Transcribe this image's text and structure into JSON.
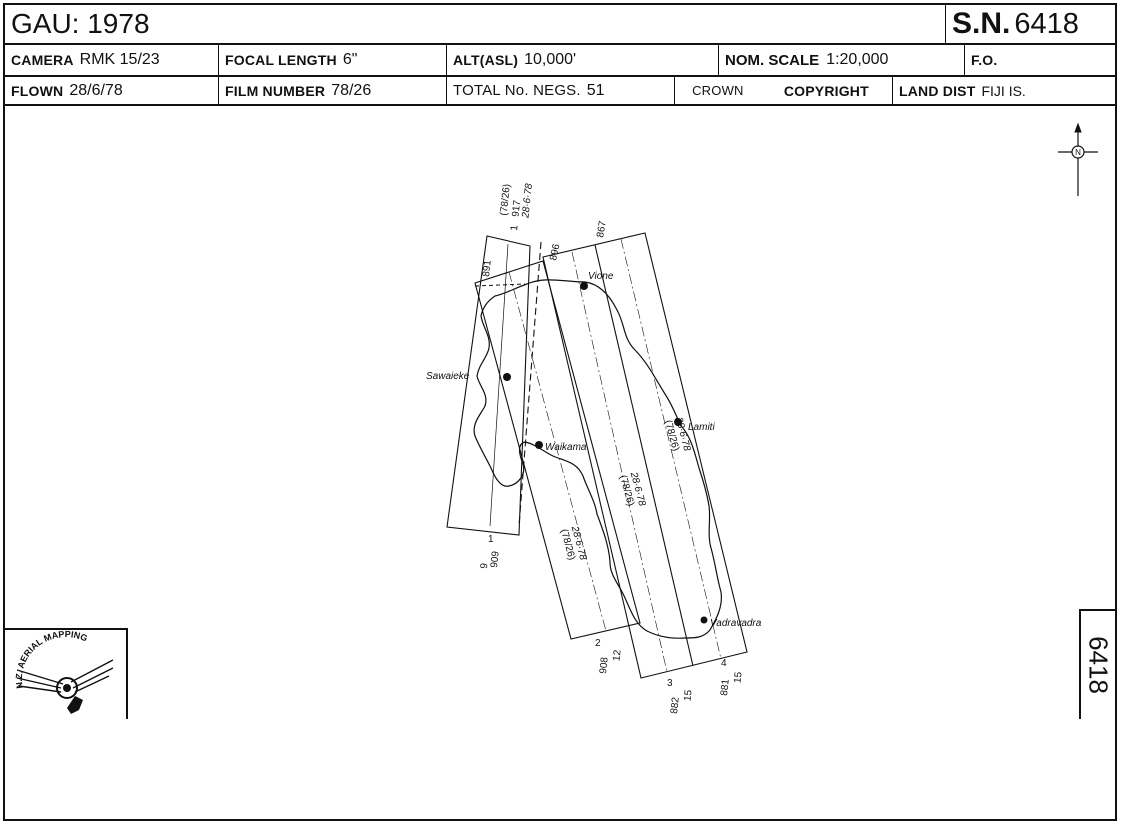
{
  "header": {
    "title": "GAU: 1978",
    "sn_label": "S.N.",
    "sn_value": "6418",
    "camera_label": "CAMERA",
    "camera_value": "RMK 15/23",
    "focal_label": "FOCAL LENGTH",
    "focal_value": "6\"",
    "alt_label": "ALT(ASL)",
    "alt_value": "10,000'",
    "scale_label": "NOM. SCALE",
    "scale_value": "1:20,000",
    "fo_label": "F.O.",
    "flown_label": "FLOWN",
    "flown_value": "28/6/78",
    "film_label": "FILM NUMBER",
    "film_value": "78/26",
    "negs_label": "TOTAL No. NEGS.",
    "negs_value": "51",
    "crown_label": "CROWN",
    "copyright_label": "COPYRIGHT",
    "landdist_label": "LAND DIST",
    "landdist_value": "FIJI IS."
  },
  "map": {
    "north_letter": "N",
    "places": {
      "vione": "Vione",
      "sawaieke": "Sawaieke",
      "lamiti": "Lamiti",
      "waikama": "Waikama",
      "vadravadra": "Vadravadra"
    },
    "strip1": {
      "top_run": "1",
      "top_neg": "917",
      "top_film": "(78/26)",
      "top_date": "28·6·78",
      "bottom_run": "1",
      "bottom_num": "9",
      "bottom_neg": "909",
      "side_neg": "891"
    },
    "strip2": {
      "film": "(78/26)",
      "date": "28·6·78",
      "top_neg": "896",
      "bottom_run": "2",
      "bottom_num": "12",
      "bottom_neg": "908"
    },
    "strip3": {
      "film": "(78/26)",
      "date": "28·6·78",
      "top_neg": "867",
      "bottom_run": "3",
      "bottom_num": "15",
      "bottom_neg": "882"
    },
    "strip4": {
      "film": "(78/26)",
      "date": "28·6·78",
      "bottom_run": "4",
      "bottom_num": "15",
      "bottom_neg": "881"
    }
  },
  "logo": {
    "text": "N.Z. AERIAL MAPPING"
  },
  "side_number": "6418"
}
